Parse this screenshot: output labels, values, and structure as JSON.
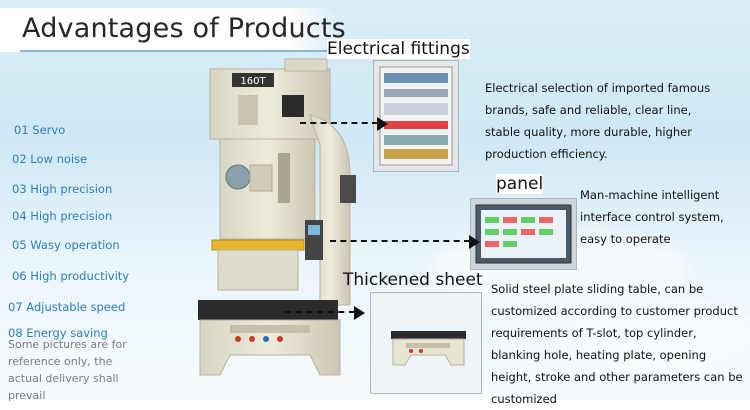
{
  "title": "Advantages of Products",
  "advantages": [
    "01 Servo",
    "02 Low noise",
    "03 High precision",
    "04 High precision",
    "05 Wasy operation",
    "06 High productivity",
    "07  Adjustable speed",
    "08 Energy saving"
  ],
  "note": "Some pictures are for reference only, the actual delivery shall prevail",
  "machine": {
    "tonnage_label": "160T"
  },
  "electrical": {
    "heading": "Electrical fittings",
    "description": "Electrical selection of imported famous brands, safe and reliable, clear line, stable quality, more durable, higher production efficiency."
  },
  "panel": {
    "heading": "panel",
    "description": "Man-machine intelligent interface control system, easy to operate"
  },
  "sheet": {
    "heading": "Thickened sheet",
    "description": "Solid steel plate sliding table, can be customized according to customer product requirements of T-slot, top cylinder, blanking hole, heating plate, opening height, stroke and other parameters can be customized"
  },
  "colors": {
    "advantage_text": "#2a7fb8",
    "machine_body": "#e8e4d2",
    "panel_yellow": "#e6b52a"
  }
}
